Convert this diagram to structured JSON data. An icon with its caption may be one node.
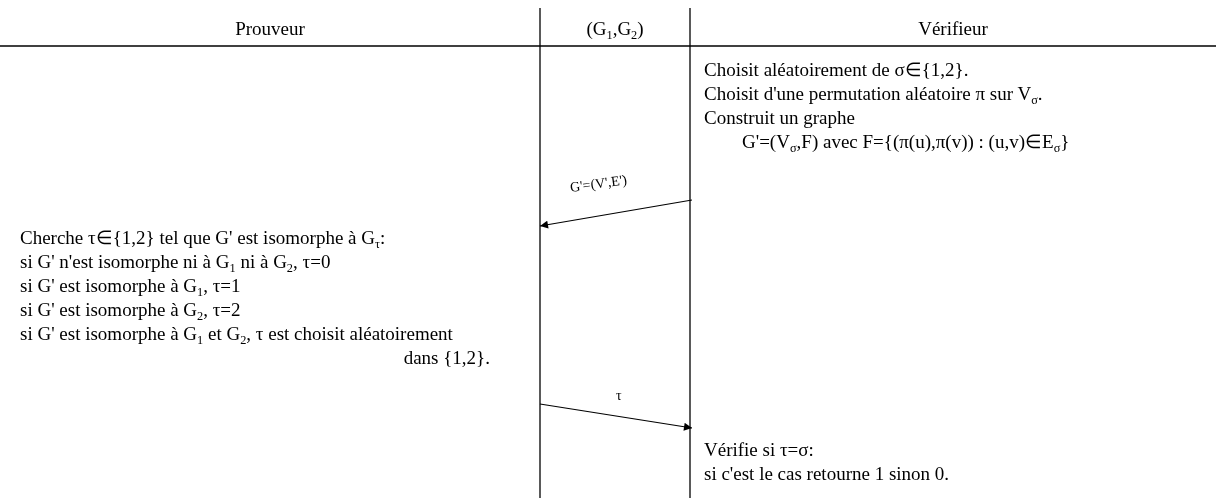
{
  "diagram": {
    "nodes": [
      {
        "text": [
          "Choisit aléatoirement de σ∈{1,2}.",
          "Choisit d'une permutation aléatoire π sur V$_{σ}$.",
          "Construit un graphe",
          "G'=(V$_{σ}$,F) avec F={(π(u),π(v)) : (u,v)∈E$_{σ}$}"
        ]
      },
      {
        "text": [
          "Cherche τ∈{1,2} tel que G' est isomorphe à G$_{τ}$:",
          "si G' n'est isomorphe ni à G$_{1}$ ni à G$_{2}$, τ=0",
          "si G' est isomorphe à G$_{1}$, τ=1",
          "si G' est isomorphe à G$_{2}$, τ=2",
          "si G' est isomorphe à G$_{1}$ et G$_{2}$, τ est choisit aléatoirement dans {1,2}."
        ]
      },
      {
        "text": [
          "Vérifie si τ=σ:",
          "si c'est le cas retourne 1 sinon 0."
        ]
      }
    ],
    "edges": [
      {
        "from": 0,
        "to": 1,
        "arrow": "to",
        "label": "G'=(V',E')"
      },
      {
        "from": 1,
        "to": 2,
        "arrow": "to",
        "label": "τ"
      }
    ],
    "labels": [
      "Prouveur",
      "(G$_{1}$,G$_{2}$)",
      "Vérifieur"
    ]
  }
}
